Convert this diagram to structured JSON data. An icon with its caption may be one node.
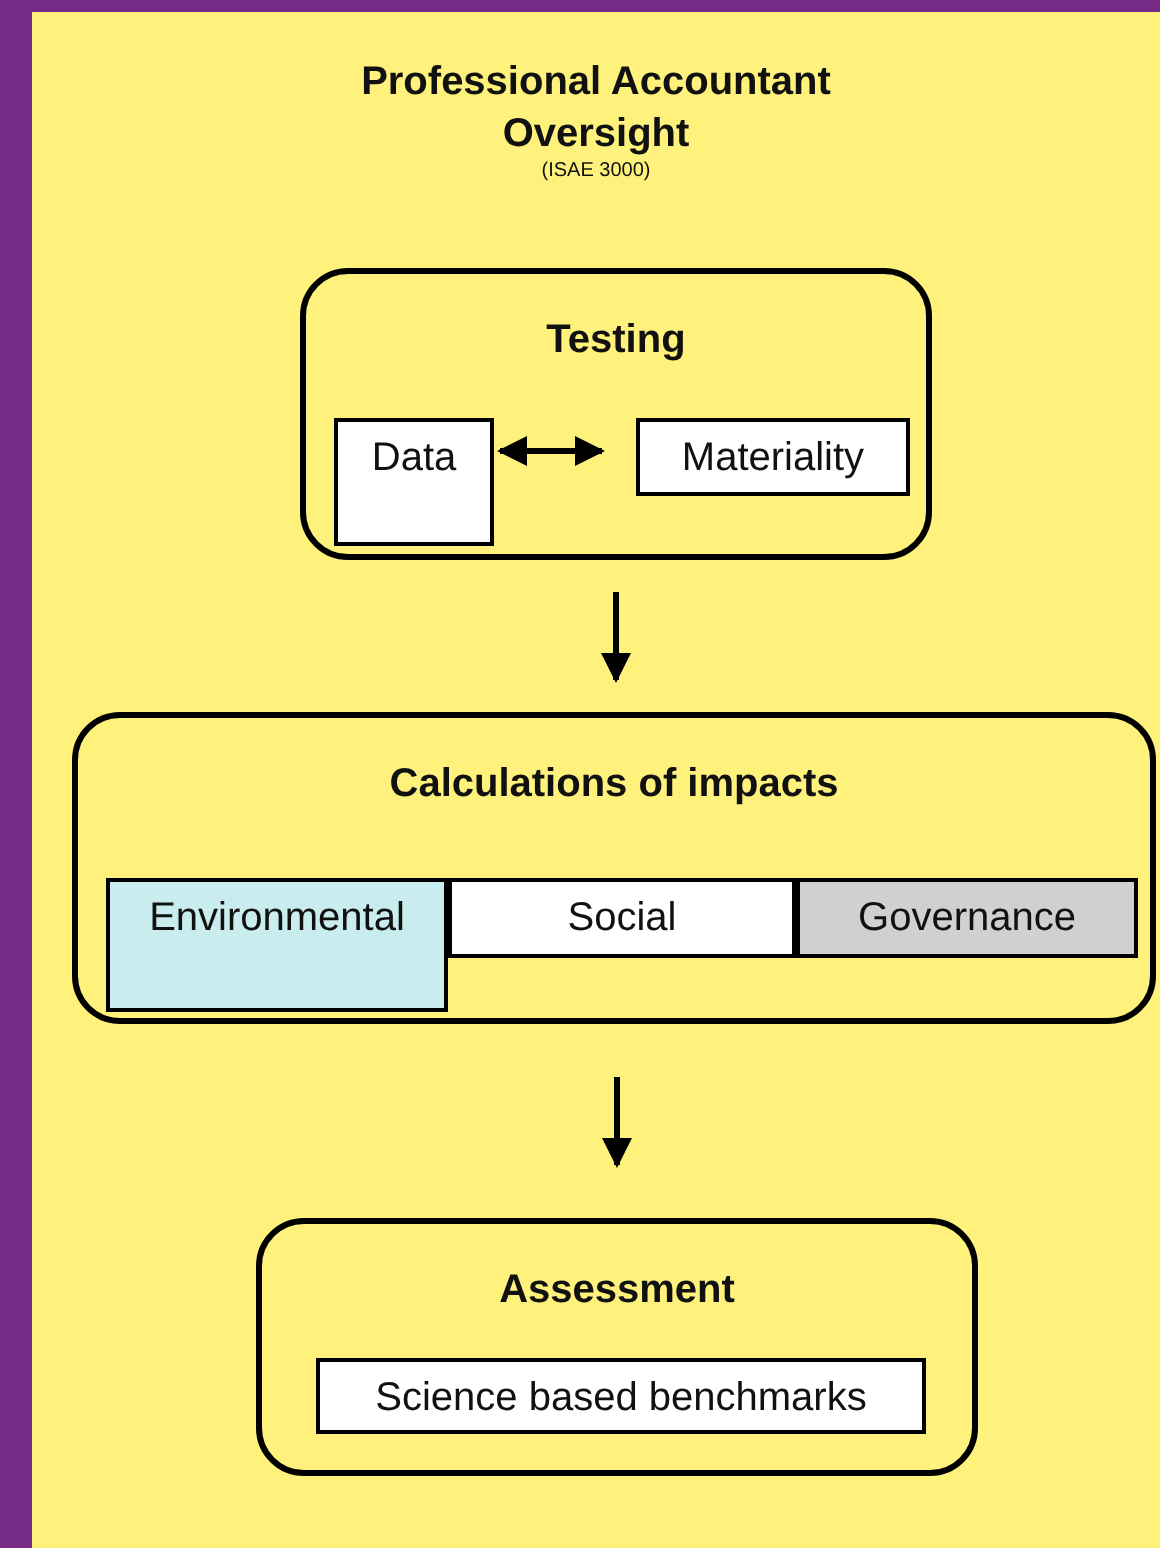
{
  "diagram": {
    "nodes": [
      {
        "text": [
          "Professional Accountant Oversight",
          "(ISAE 3000)"
        ]
      },
      {
        "text": [
          "Testing"
        ],
        "in": 0
      },
      {
        "text": [
          "Data"
        ],
        "in": 1
      },
      {
        "text": [
          "Materiality"
        ],
        "in": 1
      },
      {
        "text": [
          "Calculations of impacts"
        ],
        "in": 0
      },
      {
        "text": [
          "Environmental"
        ],
        "in": 4
      },
      {
        "text": [
          "Social"
        ],
        "in": 4
      },
      {
        "text": [
          "Governance"
        ],
        "in": 4
      },
      {
        "text": [
          "Assessment"
        ],
        "in": 0
      },
      {
        "text": [
          "Science based benchmarks"
        ],
        "in": 8
      }
    ],
    "edges": [
      {
        "from": 2,
        "to": 3,
        "arrow": "both"
      },
      {
        "from": 1,
        "to": 4,
        "arrow": "to"
      },
      {
        "from": 4,
        "to": 8,
        "arrow": "to"
      }
    ]
  }
}
